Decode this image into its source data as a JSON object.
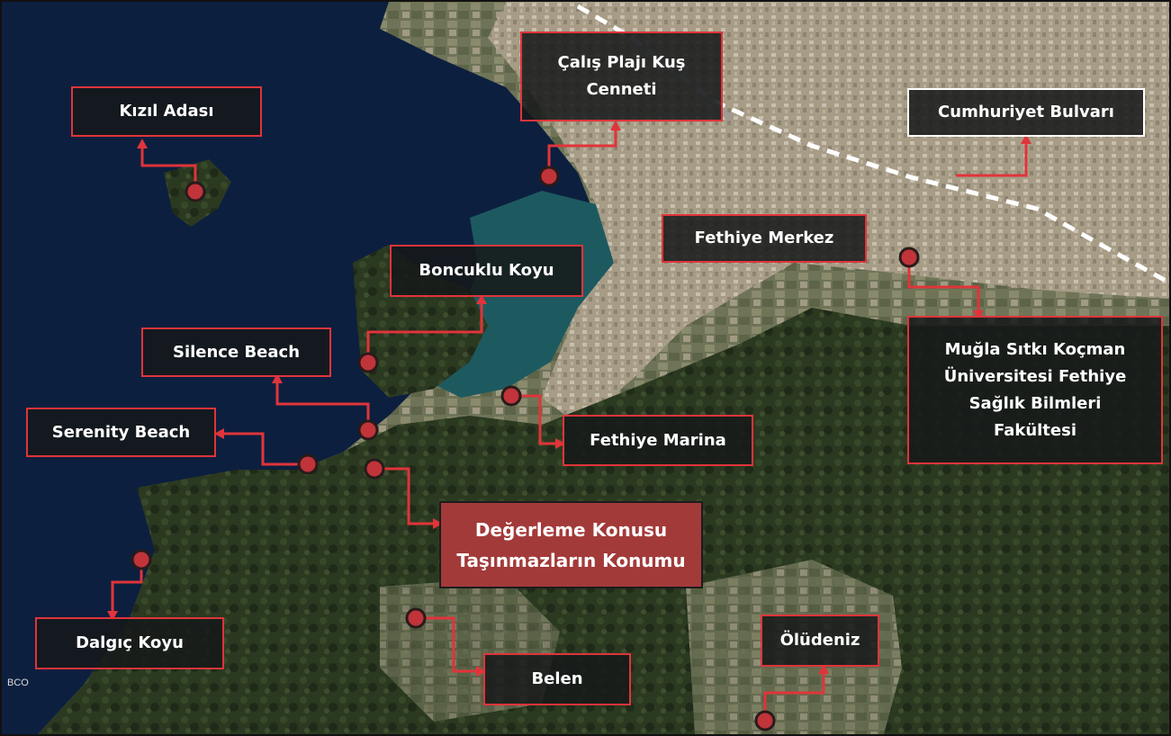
{
  "map": {
    "credit": "BCO",
    "colors": {
      "sea_deep": "#0c1f3f",
      "sea_lagoon": "#1f5a63",
      "land_urban": "#a89d88",
      "land_forest": "#2c3a22",
      "marker": "#c0343a",
      "connector": "#e0343a",
      "road_dashed": "#ffffff"
    }
  },
  "labels": {
    "kizil_adasi": "Kızıl Adası",
    "calis_line1": "Çalış Plajı Kuş",
    "calis_line2": "Cenneti",
    "cumhuriyet": "Cumhuriyet Bulvarı",
    "fethiye_merkez": "Fethiye Merkez",
    "boncuklu": "Boncuklu Koyu",
    "silence": "Silence Beach",
    "serenity": "Serenity Beach",
    "fethiye_marina": "Fethiye Marina",
    "mugla_line1": "Muğla Sıtkı Koçman",
    "mugla_line2": "Üniversitesi Fethiye",
    "mugla_line3": "Sağlık Bilmleri",
    "mugla_line4": "Fakültesi",
    "subject_line1": "Değerleme Konusu",
    "subject_line2": "Taşınmazların Konumu",
    "dalgic": "Dalgıç Koyu",
    "belen": "Belen",
    "oludeniz": "Ölüdeniz"
  }
}
